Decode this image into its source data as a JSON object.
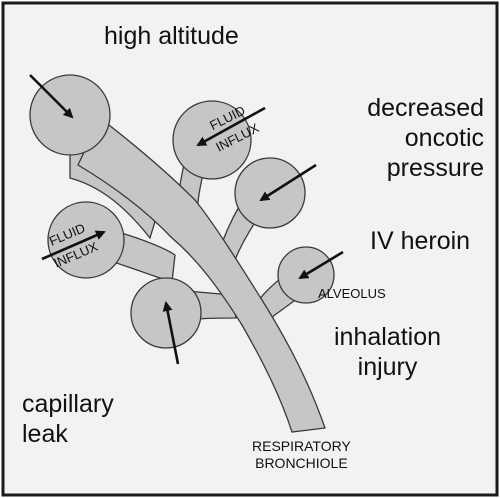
{
  "colors": {
    "background": "#f2f2f2",
    "border": "#1a1a1a",
    "tissue": "#c6c6c6",
    "outline": "#3a3a3a",
    "arrow": "#111111"
  },
  "labels": {
    "high_altitude": "high altitude",
    "decreased_oncotic": [
      "decreased",
      "oncotic",
      "pressure"
    ],
    "iv_heroin": "IV heroin",
    "inhalation_injury": [
      "inhalation",
      "injury"
    ],
    "capillary_leak": [
      "capillary",
      "leak"
    ],
    "alveolus": "ALVEOLUS",
    "respiratory_bronchiole": [
      "RESPIRATORY",
      "BRONCHIOLE"
    ],
    "fluid_influx_top": [
      "FLUID",
      "INFLUX"
    ],
    "fluid_influx_left": [
      "FLUID",
      "INFLUX"
    ]
  }
}
